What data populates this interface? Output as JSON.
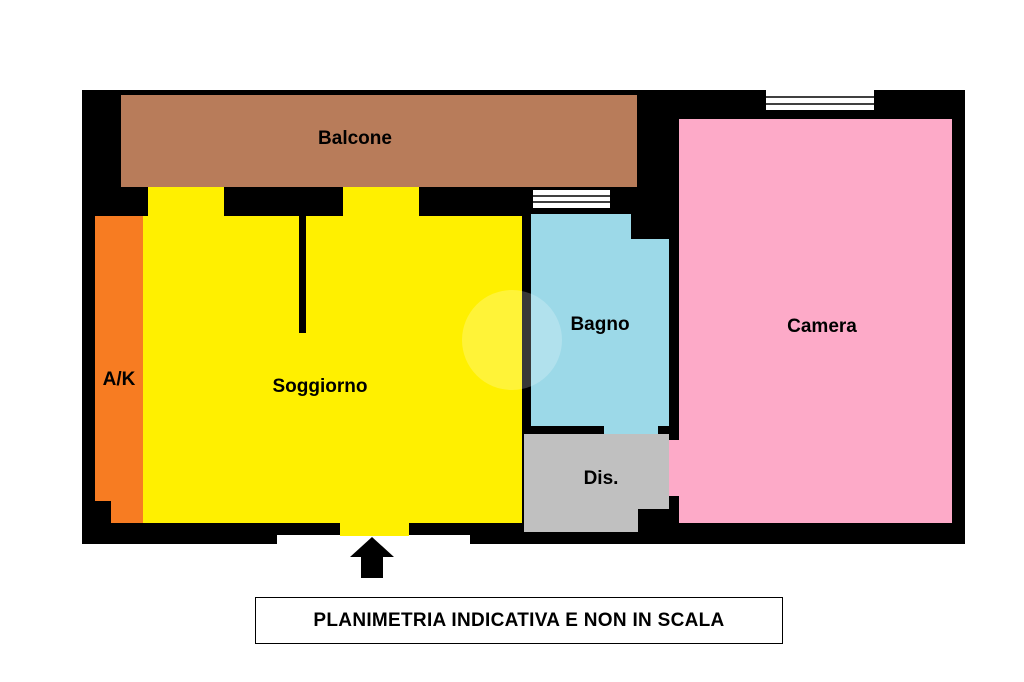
{
  "rooms": {
    "balcone": {
      "label": "Balcone",
      "color": "#b87c5a"
    },
    "ak": {
      "label": "A/K",
      "color": "#f77c22"
    },
    "soggiorno": {
      "label": "Soggiorno",
      "color": "#fff000"
    },
    "bagno": {
      "label": "Bagno",
      "color": "#9cd9e8"
    },
    "dis": {
      "label": "Dis.",
      "color": "#c0c0c0"
    },
    "camera": {
      "label": "Camera",
      "color": "#fdaac8"
    }
  },
  "wall_color": "#000000",
  "entrance_icon": "up-arrow-icon",
  "caption": "PLANIMETRIA INDICATIVA E NON IN SCALA"
}
